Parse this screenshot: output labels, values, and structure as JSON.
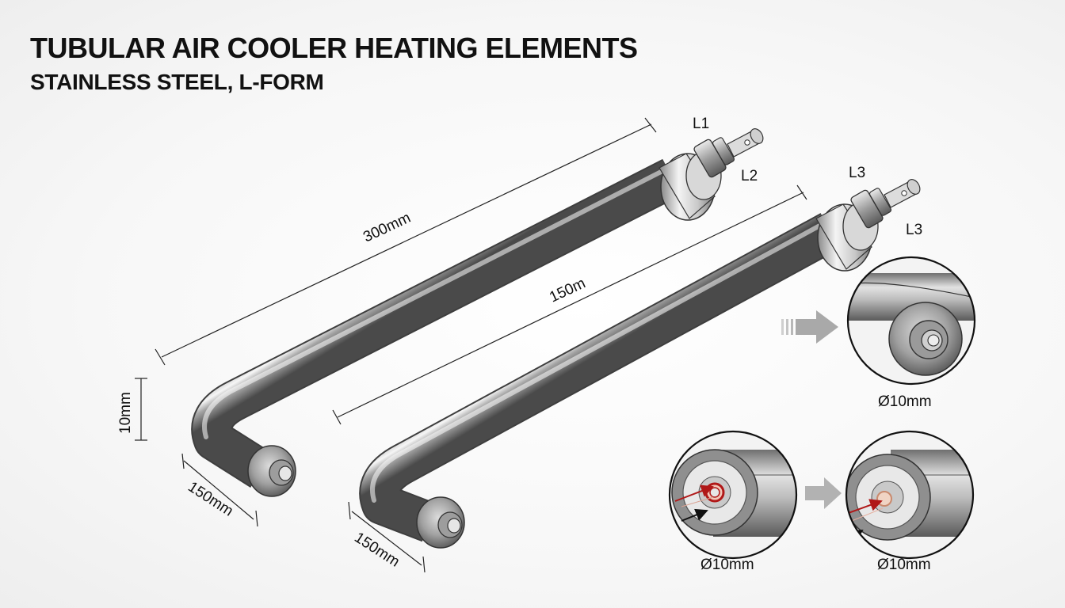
{
  "title": "TUBULAR AIR COOLER HEATING ELEMENTS",
  "subtitle": "STAINLESS STEEL, L-FORM",
  "element_1": {
    "length_label": "300mm",
    "height_label": "10mm",
    "leg_label": "150mm",
    "terminal_top": "L1",
    "terminal_bottom": "L2"
  },
  "element_2": {
    "length_label": "150m",
    "leg_label": "150mm",
    "terminal_top": "L3",
    "terminal_bottom": "L3"
  },
  "details": {
    "end_view_label": "Ø10mm",
    "section_left_label": "Ø10mm",
    "section_right_label": "Ø10mm"
  }
}
